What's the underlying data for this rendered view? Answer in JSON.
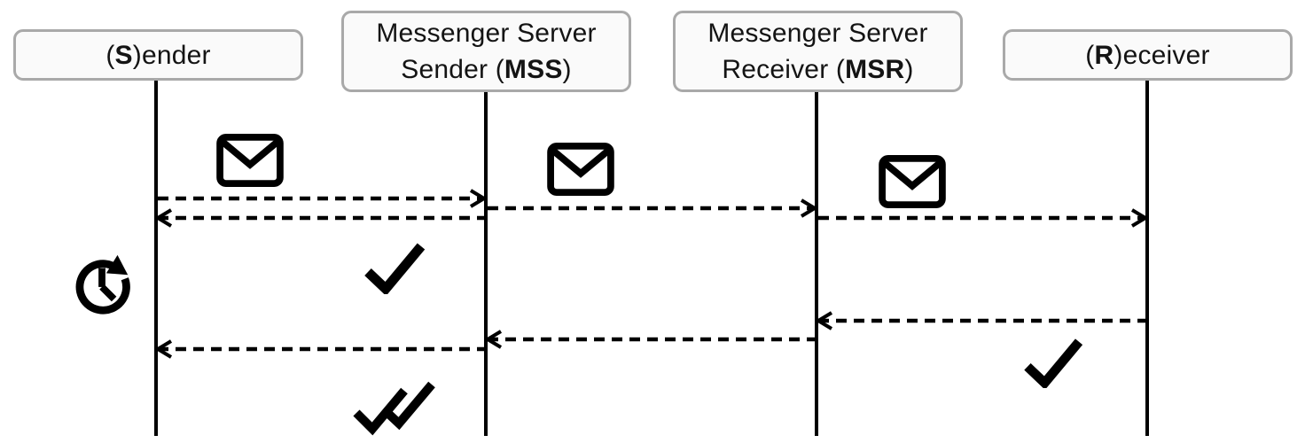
{
  "colors": {
    "stroke": "#000000",
    "box_border": "#a9a9a9",
    "box_fill": "#fafafa",
    "text": "#141414"
  },
  "actors": [
    {
      "id": "sender",
      "lines": [
        {
          "pre": "(",
          "bold": "S",
          "post": ")ender"
        }
      ]
    },
    {
      "id": "mss",
      "lines": [
        {
          "pre": "Messenger Server",
          "bold": "",
          "post": ""
        },
        {
          "pre": "Sender (",
          "bold": "MSS",
          "post": ")"
        }
      ]
    },
    {
      "id": "msr",
      "lines": [
        {
          "pre": "Messenger Server",
          "bold": "",
          "post": ""
        },
        {
          "pre": "Receiver (",
          "bold": "MSR",
          "post": ")"
        }
      ]
    },
    {
      "id": "receiver",
      "lines": [
        {
          "pre": "(",
          "bold": "R",
          "post": ")eceiver"
        }
      ]
    }
  ],
  "messages": [
    {
      "id": "m1",
      "from": "sender",
      "to": "mss",
      "style": "dashed",
      "icon": "envelope"
    },
    {
      "id": "m2",
      "from": "mss",
      "to": "msr",
      "style": "dashed",
      "icon": "envelope"
    },
    {
      "id": "m3",
      "from": "msr",
      "to": "receiver",
      "style": "dashed",
      "icon": "envelope"
    },
    {
      "id": "a1",
      "from": "mss",
      "to": "sender",
      "style": "dashed",
      "icon": "check"
    },
    {
      "id": "r1",
      "from": "receiver",
      "to": "msr",
      "style": "dashed",
      "icon": "check"
    },
    {
      "id": "r2",
      "from": "msr",
      "to": "mss",
      "style": "dashed",
      "icon": ""
    },
    {
      "id": "r3",
      "from": "mss",
      "to": "sender",
      "style": "dashed",
      "icon": "double-check"
    }
  ],
  "standalone_icons": [
    {
      "id": "pending",
      "icon": "clock-rotate",
      "near": "sender"
    }
  ]
}
